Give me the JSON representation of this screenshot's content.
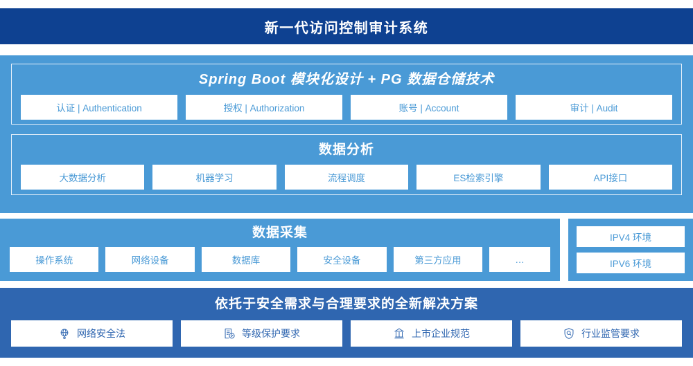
{
  "header": {
    "title": "新一代访问控制审计系统"
  },
  "colors": {
    "header_blue": "#0e4191",
    "panel_light_blue": "#4a9ad6",
    "panel_mid_blue": "#2f66b0",
    "chip_background": "#ffffff"
  },
  "architecture": {
    "springboot": {
      "title": "Spring Boot 模块化设计 + PG 数据仓储技术",
      "chips": [
        {
          "label": "认证 | Authentication"
        },
        {
          "label": "授权 | Authorization"
        },
        {
          "label": "账号 | Account"
        },
        {
          "label": "审计 | Audit"
        }
      ]
    },
    "analysis": {
      "title": "数据分析",
      "chips": [
        {
          "label": "大数据分析"
        },
        {
          "label": "机器学习"
        },
        {
          "label": "流程调度"
        },
        {
          "label": "ES检索引擎"
        },
        {
          "label": "API接口"
        }
      ]
    }
  },
  "collection": {
    "title": "数据采集",
    "chips": [
      {
        "label": "操作系统"
      },
      {
        "label": "网络设备"
      },
      {
        "label": "数据库"
      },
      {
        "label": "安全设备"
      },
      {
        "label": "第三方应用"
      },
      {
        "label": "…"
      }
    ]
  },
  "ipv": {
    "chips": [
      {
        "label": "IPV4 环境"
      },
      {
        "label": "IPV6 环境"
      }
    ]
  },
  "solution": {
    "title": "依托于安全需求与合理要求的全新解决方案",
    "chips": [
      {
        "label": "网络安全法",
        "icon": "globe-network-icon"
      },
      {
        "label": "等级保护要求",
        "icon": "document-check-icon"
      },
      {
        "label": "上市企业规范",
        "icon": "bank-building-icon"
      },
      {
        "label": "行业监管要求",
        "icon": "shield-search-icon"
      }
    ]
  }
}
